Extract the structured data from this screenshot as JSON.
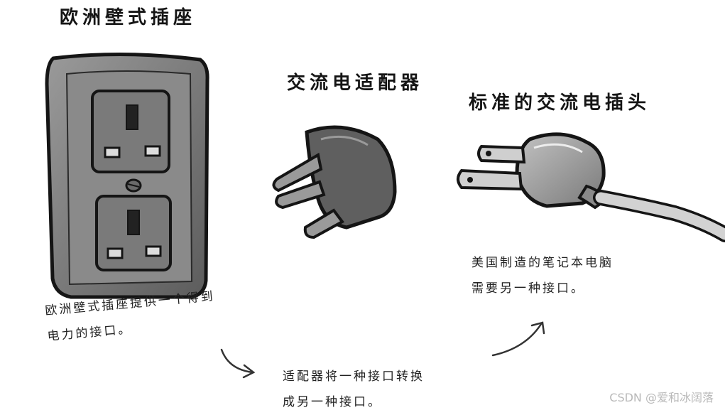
{
  "titles": {
    "socket": "欧洲壁式插座",
    "adapter": "交流电适配器",
    "plug": "标准的交流电插头"
  },
  "notes": {
    "socket_line1": "欧洲壁式插座提供一个得到",
    "socket_line2": "电力的接口。",
    "adapter_line1": "适配器将一种接口转换",
    "adapter_line2": "成另一种接口。",
    "plug_line1": "美国制造的笔记本电脑",
    "plug_line2": "需要另一种接口。"
  },
  "watermark": "CSDN @爱和冰阔落",
  "colors": {
    "ink": "#151515",
    "socket_fill": "#7d7d7d",
    "adapter_fill": "#5f5f5f",
    "plug_fill": "#9a9a9a",
    "watermark": "#b9b9b9"
  }
}
